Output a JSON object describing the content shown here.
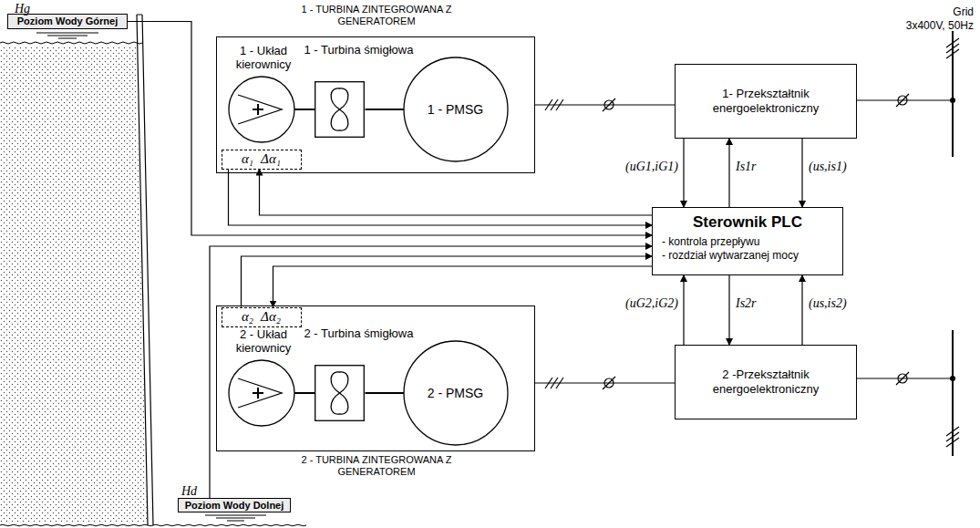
{
  "diagram": {
    "nodes": [
      {
        "text": [
          "Poziom Wody Górnej"
        ]
      },
      {
        "text": [
          "1 - TURBINA ZINTEGROWANA Z GENERATOREM"
        ]
      },
      {
        "text": [
          "1 - Układ kierownicy"
        ],
        "in": 1
      },
      {
        "text": [
          "1 - Turbina śmigłowa"
        ],
        "in": 1
      },
      {
        "text": [
          "1 - PMSG"
        ],
        "in": 1
      },
      {
        "text": [
          "α₁",
          "Δα₁"
        ],
        "in": 1
      },
      {
        "text": [
          "1- Przekształtnik energoelektroniczny"
        ]
      },
      {
        "text": [
          "Sterownik PLC",
          "- kontrola przepływu",
          "- rozdział wytwarzanej mocy"
        ]
      },
      {
        "text": [
          "2 - TURBINA ZINTEGROWANA Z GENERATOREM"
        ]
      },
      {
        "text": [
          "α₂",
          "Δα₂"
        ],
        "in": 8
      },
      {
        "text": [
          "2 - Układ kierownicy"
        ],
        "in": 8
      },
      {
        "text": [
          "2 - Turbina śmigłowa"
        ],
        "in": 8
      },
      {
        "text": [
          "2 - PMSG"
        ],
        "in": 8
      },
      {
        "text": [
          "2 -Przekształtnik energoelektroniczny"
        ]
      },
      {
        "text": [
          "Poziom Wody Dolnej"
        ]
      }
    ],
    "edges": [
      {
        "from": 0,
        "to": 7,
        "arrow": "to"
      },
      {
        "from": 1,
        "to": 6,
        "arrow": "none"
      },
      {
        "from": 6,
        "to": 7,
        "arrow": "to",
        "label": "(uG1,iG1)"
      },
      {
        "from": 7,
        "to": 6,
        "arrow": "to",
        "label": "Is1r"
      },
      {
        "from": 6,
        "to": 7,
        "arrow": "to",
        "label": "(us,is1)"
      },
      {
        "from": 5,
        "to": 7,
        "arrow": "to"
      },
      {
        "from": 7,
        "to": 5,
        "arrow": "to"
      },
      {
        "from": 8,
        "to": 13,
        "arrow": "none"
      },
      {
        "from": 13,
        "to": 7,
        "arrow": "to",
        "label": "(uG2,iG2)"
      },
      {
        "from": 7,
        "to": 13,
        "arrow": "to",
        "label": "Is2r"
      },
      {
        "from": 13,
        "to": 7,
        "arrow": "to",
        "label": "(us,is2)"
      },
      {
        "from": 9,
        "to": 7,
        "arrow": "to"
      },
      {
        "from": 7,
        "to": 9,
        "arrow": "to"
      },
      {
        "from": 14,
        "to": 7,
        "arrow": "to"
      }
    ],
    "labels": [
      "Hg",
      "Hd",
      "Grid",
      "3x400V, 50Hz"
    ]
  }
}
